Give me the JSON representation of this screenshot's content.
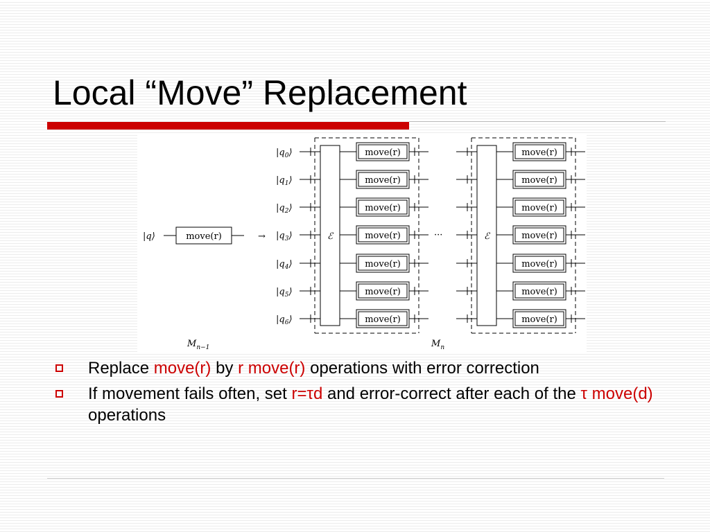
{
  "slide": {
    "title": "Local “Move” Replacement"
  },
  "figure": {
    "left_qubit": "|q⟩",
    "left_gate": "move(r)",
    "arrow": "→",
    "ellipsis": "···",
    "qubits": [
      "|q0⟩",
      "|q1⟩",
      "|q2⟩",
      "|q3⟩",
      "|q4⟩",
      "|q5⟩",
      "|q6⟩"
    ],
    "gate_label": "move(r)",
    "encoder_label": "ℰ",
    "label_left": "Mn−1",
    "label_right": "Mn"
  },
  "bullets": [
    {
      "segments": [
        {
          "text": "Replace ",
          "highlight": false
        },
        {
          "text": "move(r)",
          "highlight": true
        },
        {
          "text": " by ",
          "highlight": false
        },
        {
          "text": "r move(r)",
          "highlight": true
        },
        {
          "text": " operations with error correction",
          "highlight": false
        }
      ]
    },
    {
      "segments": [
        {
          "text": "If movement fails often, set ",
          "highlight": false
        },
        {
          "text": "r=τd",
          "highlight": true
        },
        {
          "text": " and error-correct after each of the ",
          "highlight": false
        },
        {
          "text": "τ move(d)",
          "highlight": true
        },
        {
          "text": " operations",
          "highlight": false
        }
      ]
    }
  ],
  "colors": {
    "accent": "#cc0000",
    "text": "#000000"
  }
}
